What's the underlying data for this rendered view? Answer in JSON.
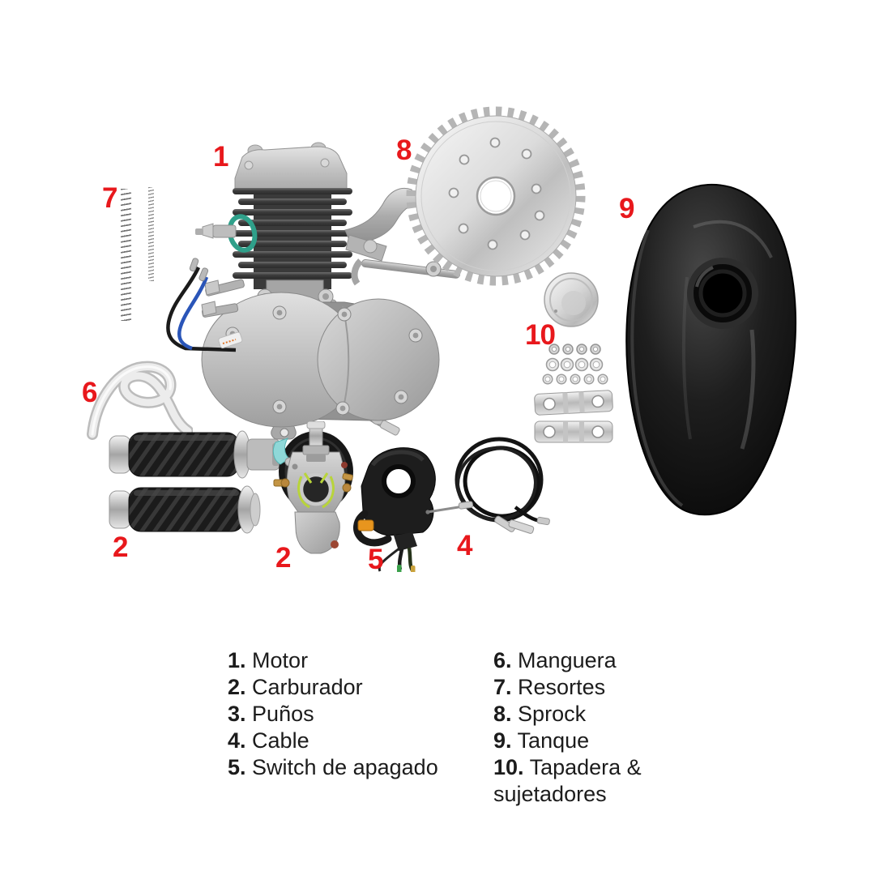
{
  "canvas": {
    "background": "#ffffff",
    "accent_red": "#e8181c",
    "text_color": "#1c1c1c"
  },
  "callouts": [
    {
      "num": "1",
      "part": "motor"
    },
    {
      "num": "2",
      "part": "punos-grips"
    },
    {
      "num": "2",
      "part": "carburador"
    },
    {
      "num": "4",
      "part": "cable"
    },
    {
      "num": "5",
      "part": "switch-de-apagado"
    },
    {
      "num": "6",
      "part": "manguera"
    },
    {
      "num": "7",
      "part": "resortes"
    },
    {
      "num": "8",
      "part": "sprock"
    },
    {
      "num": "9",
      "part": "tanque"
    },
    {
      "num": "10",
      "part": "tapadera-y-sujetadores"
    }
  ],
  "legend": {
    "left": [
      {
        "num": "1.",
        "label": "Motor"
      },
      {
        "num": "2.",
        "label": "Carburador"
      },
      {
        "num": "3.",
        "label": "Puños"
      },
      {
        "num": "4.",
        "label": "Cable"
      },
      {
        "num": "5.",
        "label": "Switch de apagado"
      }
    ],
    "right": [
      {
        "num": "6.",
        "label": "Manguera"
      },
      {
        "num": "7.",
        "label": "Resortes"
      },
      {
        "num": "8.",
        "label": "Sprock"
      },
      {
        "num": "9.",
        "label": "Tanque"
      },
      {
        "num": "10.",
        "label": "Tapadera & sujetadores"
      }
    ]
  }
}
